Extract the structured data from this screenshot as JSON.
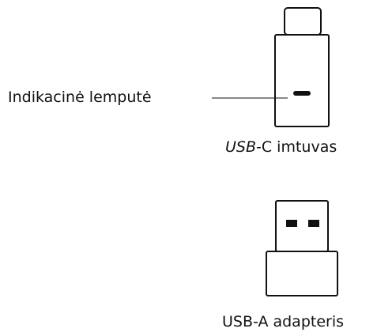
{
  "indicator": {
    "label": "Indikacinė lemputė"
  },
  "usb_c_receiver": {
    "label_prefix": "USB",
    "label_suffix": "-C imtuvas"
  },
  "usb_a_adapter": {
    "label": "USB-A adapteris"
  },
  "colors": {
    "outline": "#111111",
    "background": "#ffffff"
  }
}
